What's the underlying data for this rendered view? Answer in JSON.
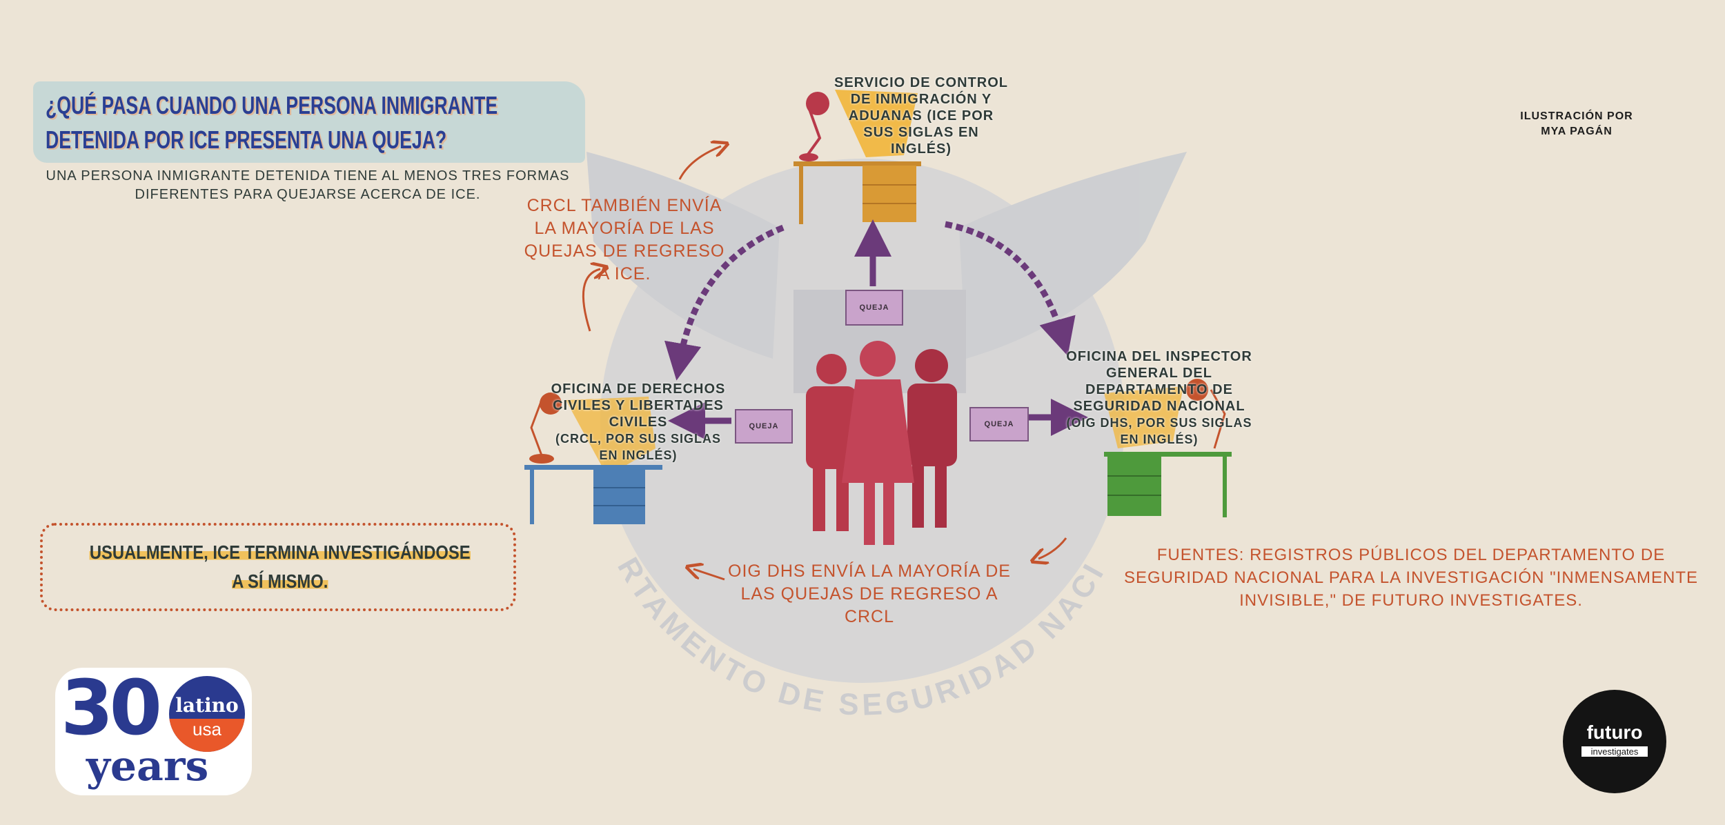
{
  "header": {
    "title": "¿Qué pasa cuando una persona inmigrante detenida por ICE presenta una queja?",
    "subtitle": "Una persona inmigrante detenida tiene al menos tres formas diferentes para quejarse acerca de ICE."
  },
  "credit": {
    "line1": "Ilustración por",
    "line2": "Mya Pagán"
  },
  "offices": {
    "ice": "Servicio de Control de Inmigración y Aduanas (ICE por sus siglas en inglés)",
    "crcl_line1": "Oficina de Derechos Civiles y Libertades Civiles",
    "crcl_line2": "(CRCL, por sus siglas en inglés)",
    "oig_line1": "Oficina del Inspector General del Departamento de Seguridad Nacional",
    "oig_line2": "(OIG DHS, por sus siglas en inglés)"
  },
  "complaint_label": "Queja",
  "flows": {
    "crcl_to_ice": "CRCL también envía la mayoría de las quejas de regreso a ICE.",
    "oig_to_crcl": "OIG DHS envía la mayoría de las quejas de regreso a CRCL"
  },
  "conclusion": {
    "part1": "Usualmente, ICE termina investigándose",
    "part2": "a sí mismo."
  },
  "sources": "Fuentes: registros públicos del Departamento de Seguridad Nacional para la investigación \"Inmensamente Invisible,\" de Futuro Investigates.",
  "seal_text": "Departamento de Seguridad Nacional",
  "logos": {
    "latino_usa": {
      "number": "30",
      "word": "years",
      "latino": "latino",
      "usa": "usa"
    },
    "futuro": {
      "name": "futuro",
      "sub": "investigates"
    }
  },
  "colors": {
    "bg": "#ece4d6",
    "blue": "#2a3f93",
    "orange": "#c4532d",
    "purple": "#6b3a7a",
    "red": "#b8394a",
    "yellow": "#f0c15c"
  }
}
